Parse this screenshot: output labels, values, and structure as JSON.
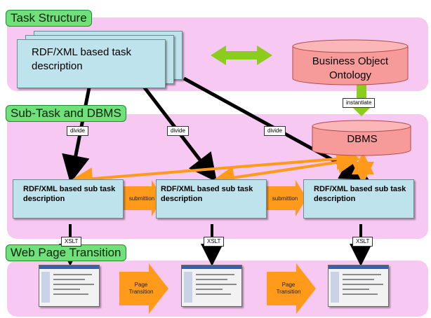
{
  "sections": {
    "task_structure": "Task Structure",
    "subtask_dbms": "Sub-Task and DBMS",
    "web_page_transition": "Web Page Transition"
  },
  "task_description": "RDF/XML based task description",
  "business_ontology": "Business Object Ontology",
  "instantiate_label": "instantiate",
  "dbms_label": "DBMS",
  "divide_labels": [
    "divide",
    "divide",
    "divide"
  ],
  "subtasks": [
    "RDF/XML based sub task description",
    "RDF/XML based sub task description",
    "RDF/XML based sub task description"
  ],
  "submittion_labels": [
    "submittion",
    "submittion"
  ],
  "xslt_labels": [
    "XSLT",
    "XSLT",
    "XSLT"
  ],
  "page_transition_labels": [
    "Page Transition",
    "Page Transition"
  ],
  "colors": {
    "band": "#f7c8f2",
    "section_title": "#6fe07a",
    "document": "#bfe3ec",
    "database": "#f79a9a",
    "green_arrow": "#8ccc1c",
    "orange_arrow": "#ff9a1a"
  }
}
